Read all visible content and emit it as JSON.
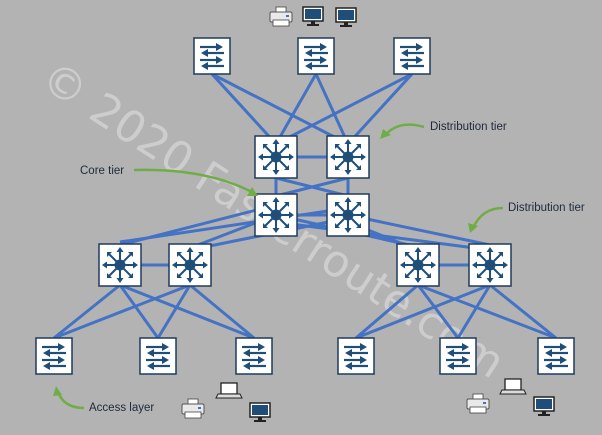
{
  "watermark": "© 2020 Fasterroute.com",
  "labels": {
    "distribution_tier_top": "Distribution tier",
    "core_tier": "Core tier",
    "distribution_tier_right": "Distribution tier",
    "access_layer": "Access layer"
  },
  "colors": {
    "background": "#b3b3b3",
    "link": "#4472c4",
    "node_fill": "#ffffff",
    "node_border": "#1f3b5c",
    "icon": "#1f4e79",
    "arrow": "#70ad47"
  },
  "icons": {
    "switch": "layer2-switch-icon",
    "multilayer": "multilayer-switch-icon",
    "printer": "printer-icon",
    "monitor": "monitor-icon",
    "laptop": "laptop-icon"
  }
}
